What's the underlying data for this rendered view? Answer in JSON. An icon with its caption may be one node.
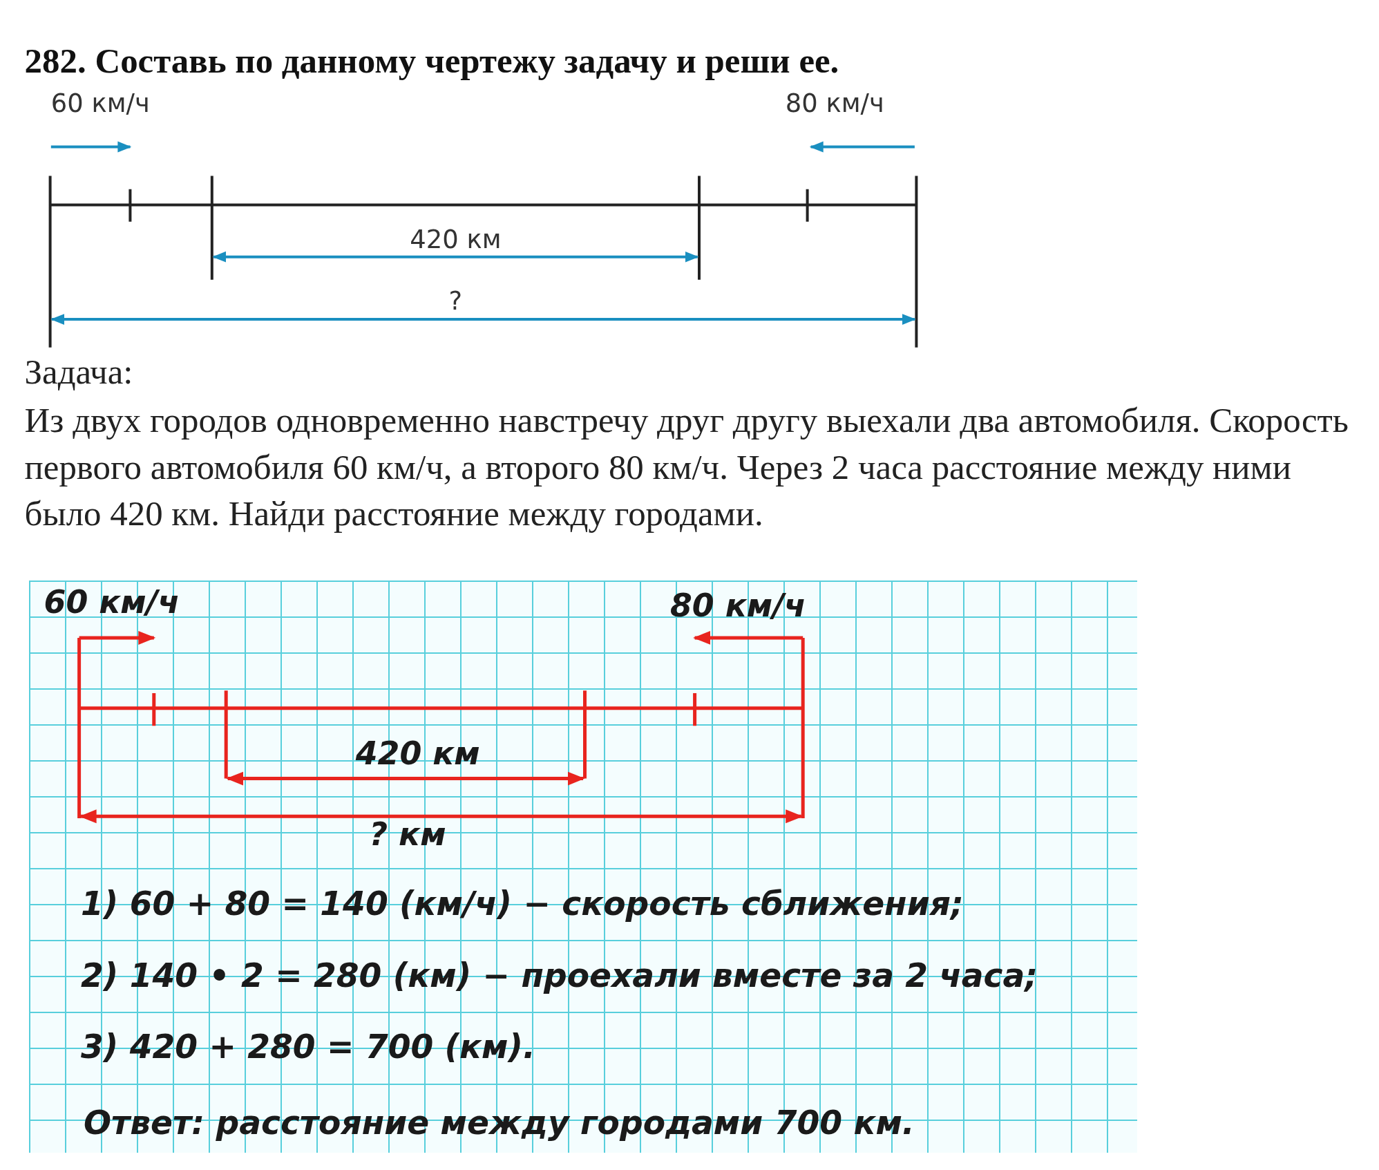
{
  "diagram": {
    "title": "282. Составь по данному чертежу задачу и реши ее.",
    "labels": [
      "60 км/ч",
      "80 км/ч",
      "420 км",
      "?",
      "Задача:",
      "Из двух городов одновременно навстречу друг другу выехали два автомобиля. Скорость первого автомобиля 60 км/ч, а второго 80 км/ч. Через 2 часа расстояние между ними было 420 км. Найди расстояние между городами.",
      "60 км/ч",
      "80 км/ч",
      "420 км",
      "? км",
      "1) 60 + 80 = 140 (км/ч) − скорость сближения;",
      "2) 140 • 2 = 280 (км) − проехали вместе за 2 часа;",
      "3) 420 + 280 = 700 (км).",
      "Ответ: расстояние между городами 700 км."
    ]
  }
}
